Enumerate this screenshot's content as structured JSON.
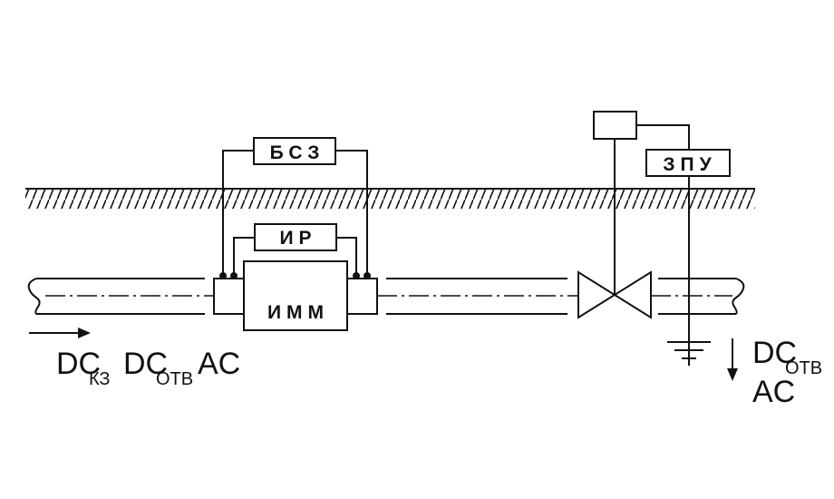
{
  "diagram": {
    "boxes": {
      "bsz": "БСЗ",
      "ir": "ИР",
      "imm": "ИММ",
      "zpu": "ЗПУ"
    },
    "left_formula": {
      "dc1": "DC",
      "sub1": "КЗ",
      "dc2": "DC",
      "sub2": "ОТВ",
      "ac": "AC"
    },
    "right_formula": {
      "dc": "DC",
      "sub": "ОТВ",
      "ac": "AC"
    }
  }
}
